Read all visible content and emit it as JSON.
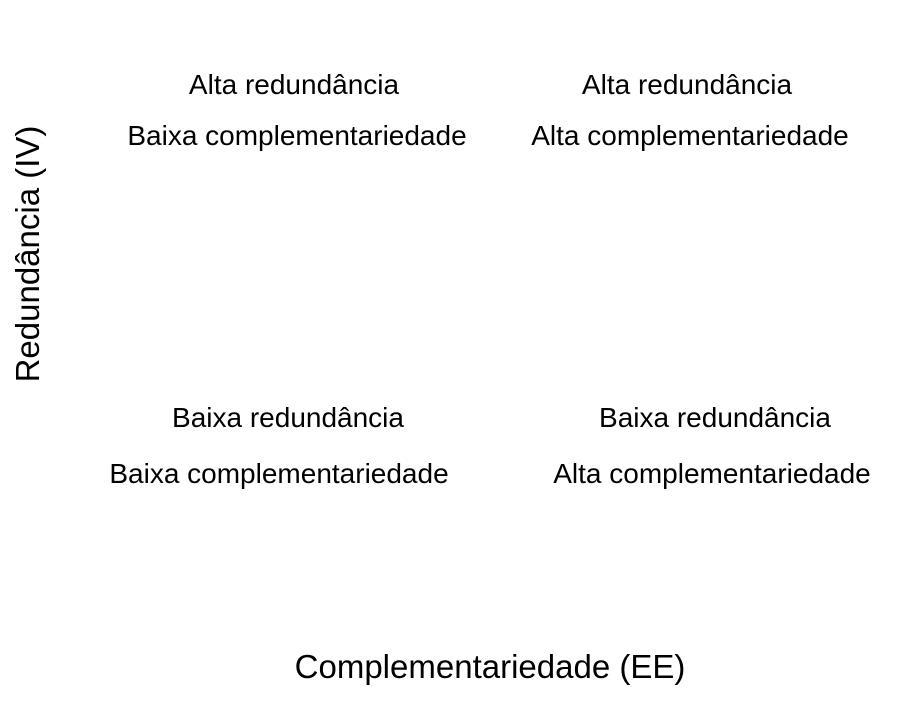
{
  "diagram": {
    "x_axis_title": "Complementariedade (EE)",
    "y_axis_title": "Redundância  (IV)",
    "quadrants": {
      "top_left": {
        "line1": "Alta redundância",
        "line2": "Baixa complementariedade"
      },
      "top_right": {
        "line1": "Alta redundância",
        "line2": "Alta complementariedade"
      },
      "bottom_left": {
        "line1": "Baixa redundância",
        "line2": "Baixa complementariedade"
      },
      "bottom_right": {
        "line1": "Baixa redundância",
        "line2": "Alta complementariedade"
      }
    },
    "colors": {
      "line": "#1a1a1a",
      "text": "#000000",
      "background": "#ffffff"
    }
  }
}
